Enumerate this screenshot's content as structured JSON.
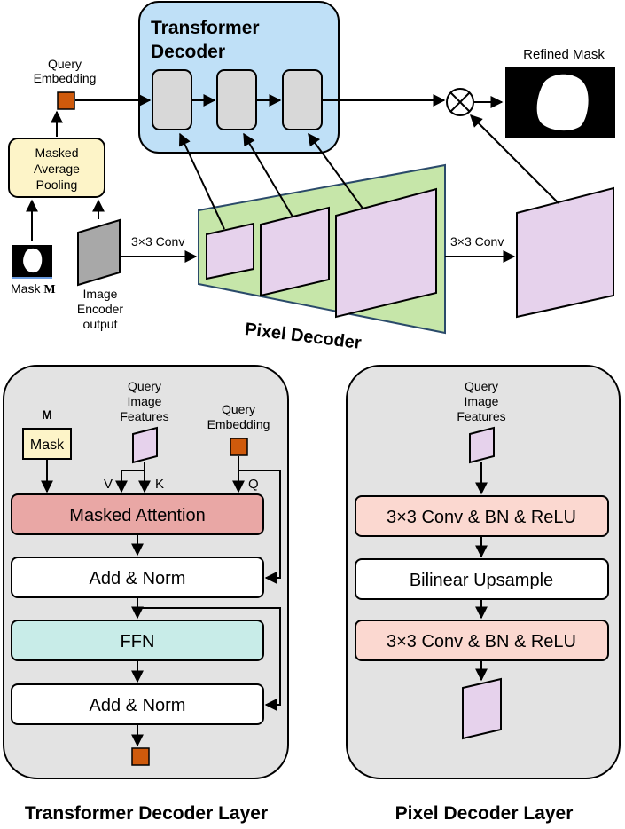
{
  "colors": {
    "transformer_box": "#bfe0f7",
    "pixel_decoder_fill": "#c6e6a9",
    "purple_feature": "#e6d2ec",
    "query_orange": "#cf5a0c",
    "pool_yellow": "#fdf4c8",
    "attn_red": "#e9a7a5",
    "conv_pink": "#fbd8d0",
    "ffn_cyan": "#c8ece8",
    "panel_gray": "#e3e3e3",
    "gray_block": "#d8d8d8"
  },
  "top": {
    "transformer_title_1": "Transformer",
    "transformer_title_2": "Decoder",
    "query_embedding_1": "Query",
    "query_embedding_2": "Embedding",
    "masked_pool_1": "Masked",
    "masked_pool_2": "Average",
    "masked_pool_3": "Pooling",
    "mask_label_prefix": "Mask",
    "mask_label_symbol": "M",
    "image_encoder_1": "Image",
    "image_encoder_2": "Encoder",
    "image_encoder_3": "output",
    "conv_left": "3×3 Conv",
    "conv_right": "3×3 Conv",
    "pixel_decoder": "Pixel Decoder",
    "refined_mask": "Refined Mask",
    "multiply_symbol": "⊗"
  },
  "transformer_layer": {
    "caption": "Transformer Decoder Layer",
    "mask_symbol": "M",
    "mask_label": "Mask",
    "qif_1": "Query",
    "qif_2": "Image",
    "qif_3": "Features",
    "qe_1": "Query",
    "qe_2": "Embedding",
    "v_label": "V",
    "k_label": "K",
    "q_label": "Q",
    "masked_attention": "Masked Attention",
    "add_norm_1": "Add & Norm",
    "ffn": "FFN",
    "add_norm_2": "Add & Norm"
  },
  "pixel_layer": {
    "caption": "Pixel Decoder Layer",
    "qif_1": "Query",
    "qif_2": "Image",
    "qif_3": "Features",
    "conv_1": "3×3 Conv & BN & ReLU",
    "upsample": "Bilinear Upsample",
    "conv_2": "3×3 Conv & BN & ReLU"
  }
}
